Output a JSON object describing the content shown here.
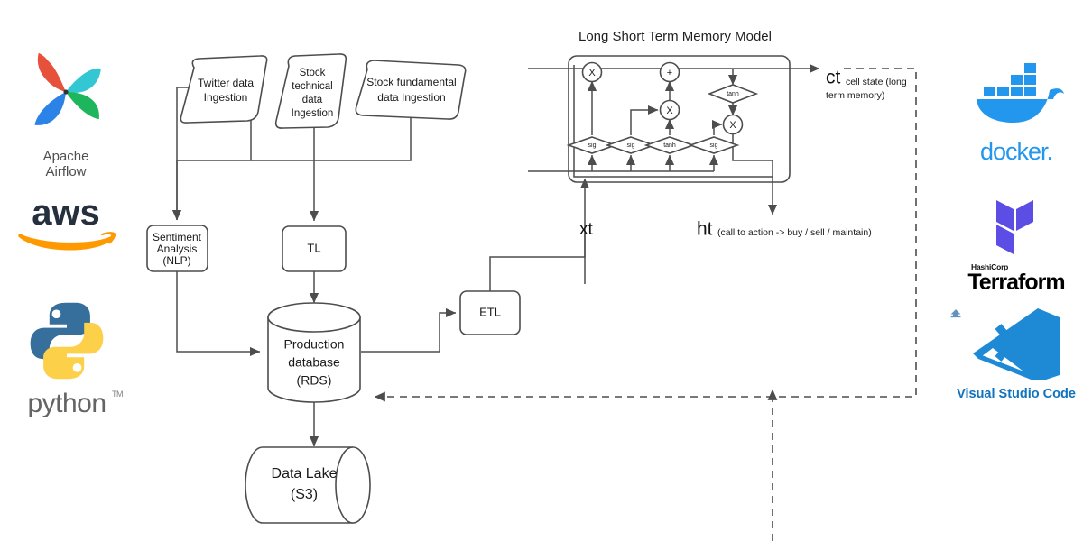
{
  "diagram": {
    "title": "Long Short Term Memory Model",
    "pipeline_nodes": [
      {
        "id": "twitter",
        "label_line1": "Twitter data",
        "label_line2": "Ingestion",
        "label_line3": ""
      },
      {
        "id": "technical",
        "label_line1": "Stock",
        "label_line2": "technical",
        "label_line3": "data",
        "label_line4": "Ingestion"
      },
      {
        "id": "fundamental",
        "label_line1": "Stock fundamental",
        "label_line2": "data Ingestion",
        "label_line3": ""
      },
      {
        "id": "sentiment",
        "label_line1": "Sentiment",
        "label_line2": "Analysis",
        "label_line3": "(NLP)"
      },
      {
        "id": "tl",
        "label_line1": "TL",
        "label_line2": "",
        "label_line3": ""
      },
      {
        "id": "rds",
        "label_line1": "Production",
        "label_line2": "database",
        "label_line3": "(RDS)"
      },
      {
        "id": "etl",
        "label_line1": "ETL",
        "label_line2": "",
        "label_line3": ""
      },
      {
        "id": "datalake",
        "label_line1": "Data Lake",
        "label_line2": "(S3)",
        "label_line3": ""
      }
    ],
    "lstm": {
      "gates": [
        {
          "id": "forget-gate",
          "label": "sig"
        },
        {
          "id": "input-gate",
          "label": "sig"
        },
        {
          "id": "candidate-gate",
          "label": "tanh"
        },
        {
          "id": "output-gate",
          "label": "sig"
        },
        {
          "id": "cell-tanh",
          "label": "tanh"
        }
      ],
      "operators": [
        {
          "id": "forget-multiply",
          "label": "X"
        },
        {
          "id": "cell-add",
          "label": "+"
        },
        {
          "id": "input-multiply",
          "label": "X"
        },
        {
          "id": "output-multiply",
          "label": "X"
        }
      ],
      "input_label": "xt",
      "cell_state_label": "ct",
      "cell_state_note": "cell state (long",
      "cell_state_note2": "term memory)",
      "hidden_label": "ht",
      "hidden_note": "(call to action -> buy / sell / maintain)"
    }
  },
  "logos": [
    {
      "id": "apache-airflow",
      "line1": "Apache",
      "line2": "Airflow"
    },
    {
      "id": "aws",
      "line1": "aws",
      "line2": ""
    },
    {
      "id": "python",
      "line1": "python",
      "line2": "TM"
    },
    {
      "id": "docker",
      "line1": "docker.",
      "line2": ""
    },
    {
      "id": "terraform",
      "line1": "HashiCorp",
      "line2": "Terraform"
    },
    {
      "id": "visual-studio-code",
      "line1": "Visual Studio Code",
      "line2": ""
    }
  ],
  "colors": {
    "stroke": "#4d4d4d",
    "airflow_red": "#e43921",
    "airflow_cyan": "#17c0cd",
    "airflow_blue": "#0e73e4",
    "airflow_green": "#00ad46",
    "aws_navy": "#252f3e",
    "aws_orange": "#ff9900",
    "python_blue": "#366f9b",
    "python_yellow": "#fcd049",
    "docker_blue": "#2396ed",
    "terraform_purple": "#5c4ee5",
    "vscode_blue": "#1e8ad6"
  }
}
